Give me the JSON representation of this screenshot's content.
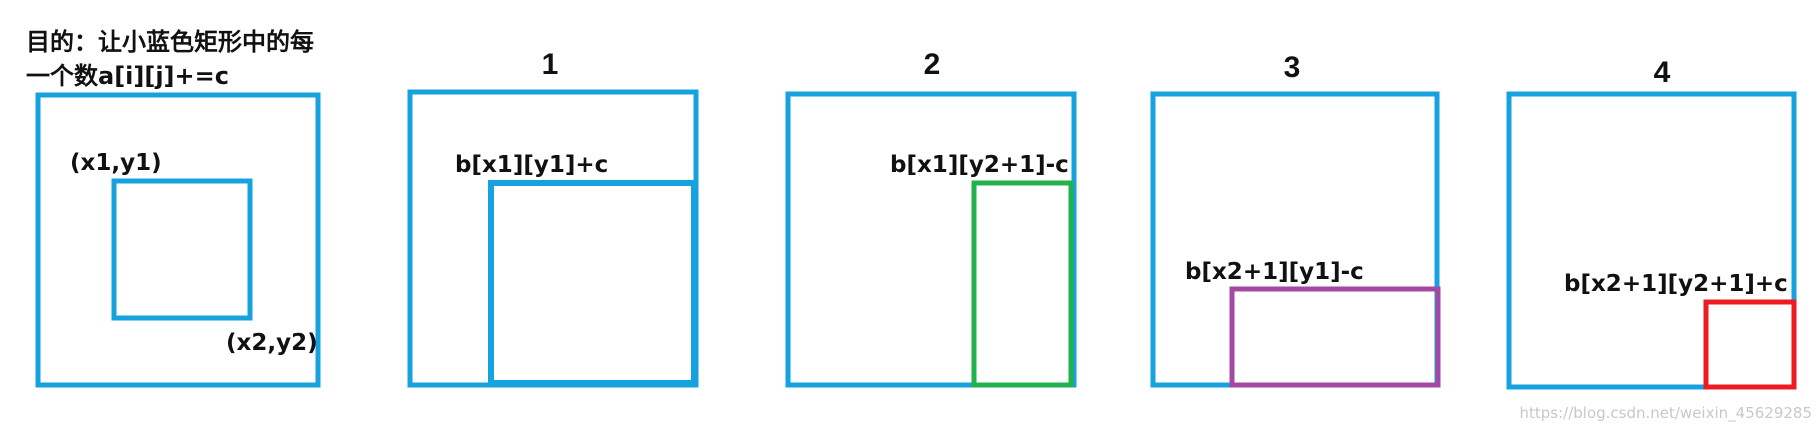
{
  "goal_text": {
    "line1": "目的：让小蓝色矩形中的每",
    "line2": "一个数a[i][j]+=c"
  },
  "panel0": {
    "corner_top_left": "(x1,y1)",
    "corner_bottom_right": "(x2,y2)"
  },
  "panel1": {
    "number": "1",
    "label": "b[x1][y1]+c"
  },
  "panel2": {
    "number": "2",
    "label": "b[x1][y2+1]-c"
  },
  "panel3": {
    "number": "3",
    "label": "b[x2+1][y1]-c"
  },
  "panel4": {
    "number": "4",
    "label": "b[x2+1][y2+1]+c"
  },
  "watermark": "https://blog.csdn.net/weixin_45629285",
  "colors": {
    "outer_rect": "#16a2df",
    "inner_blue": "#16a2df",
    "green": "#22b14c",
    "purple": "#a349a4",
    "red": "#ed1c24"
  }
}
